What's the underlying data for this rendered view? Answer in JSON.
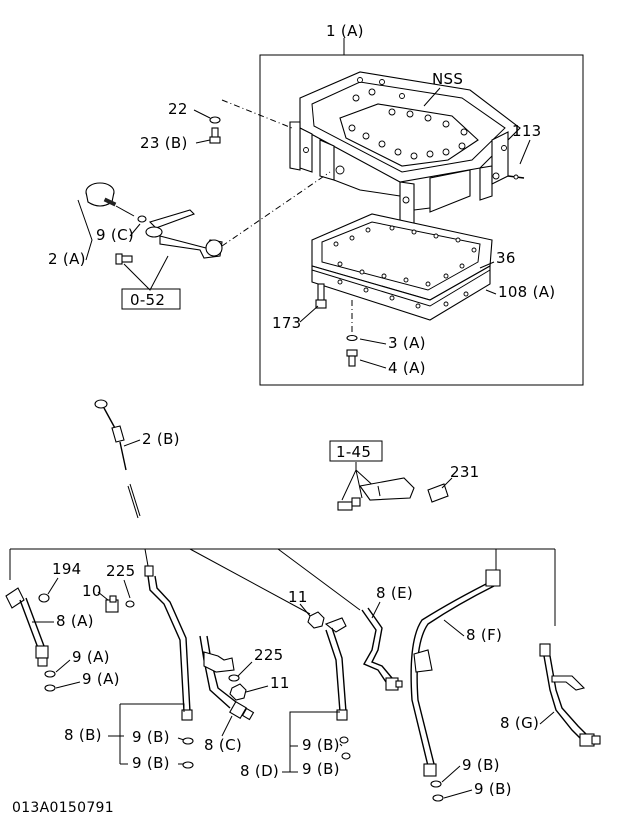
{
  "diagram_id": "013A0150791",
  "callouts": {
    "c1A": "1 (A)",
    "nss": "NSS",
    "c22": "22",
    "c23B": "23 (B)",
    "c113": "113",
    "c9C": "9 (C)",
    "c2A": "2 (A)",
    "ref052": "0-52",
    "c36": "36",
    "c108A": "108 (A)",
    "c173": "173",
    "c3A": "3 (A)",
    "c4A": "4 (A)",
    "c2B": "2 (B)",
    "ref145": "1-45",
    "c231": "231",
    "c194": "194",
    "c225a": "225",
    "c10": "10",
    "c8A": "8 (A)",
    "c9A1": "9 (A)",
    "c9A2": "9 (A)",
    "c11a": "11",
    "c8E": "8 (E)",
    "c8F": "8 (F)",
    "c225b": "225",
    "c11b": "11",
    "c8B": "8 (B)",
    "c9B1": "9 (B)",
    "c9B2": "9 (B)",
    "c8C": "8 (C)",
    "c9B3": "9 (B)",
    "c9B4": "9 (B)",
    "c8D": "8 (D)",
    "c8G": "8 (G)",
    "c9B5": "9 (B)",
    "c9B6": "9 (B)"
  }
}
